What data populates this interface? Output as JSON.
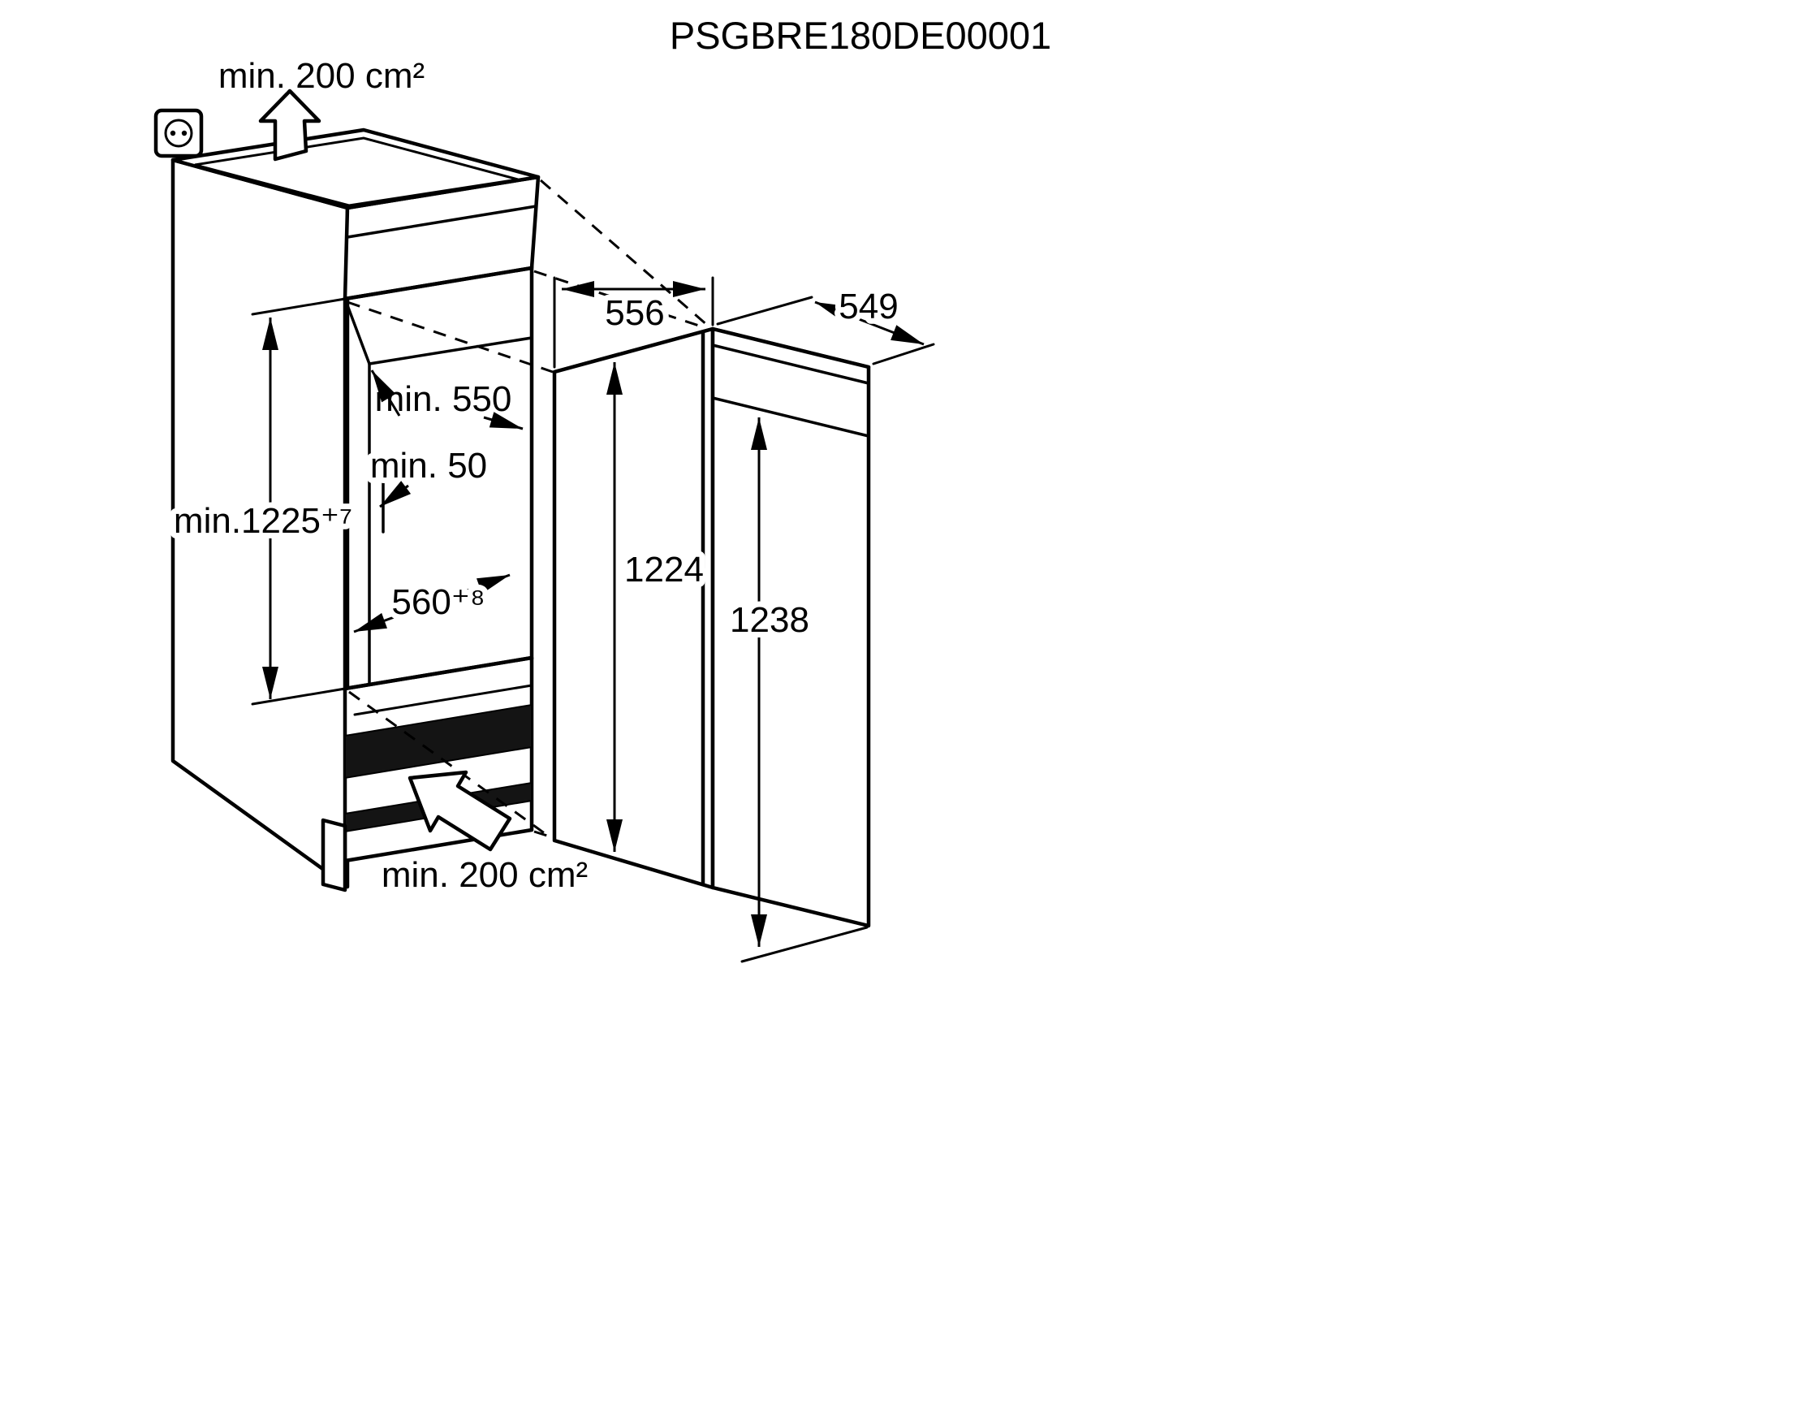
{
  "header": {
    "title": "PSGBRE180DE00001"
  },
  "cabinet": {
    "top_vent_label": "min. 200 cm²",
    "bottom_vent_label": "min. 200 cm²",
    "niche_depth_label": "min. 550",
    "rear_gap_label": "min. 50",
    "niche_height_label": "min.1225⁺⁷",
    "niche_width_label": "560⁺⁸"
  },
  "appliance": {
    "width_label": "556",
    "depth_label": "549",
    "height_label": "1224",
    "door_height_label": "1238"
  },
  "colors": {
    "line": "#000000",
    "background": "#ffffff",
    "vent_fill": "#141414"
  }
}
